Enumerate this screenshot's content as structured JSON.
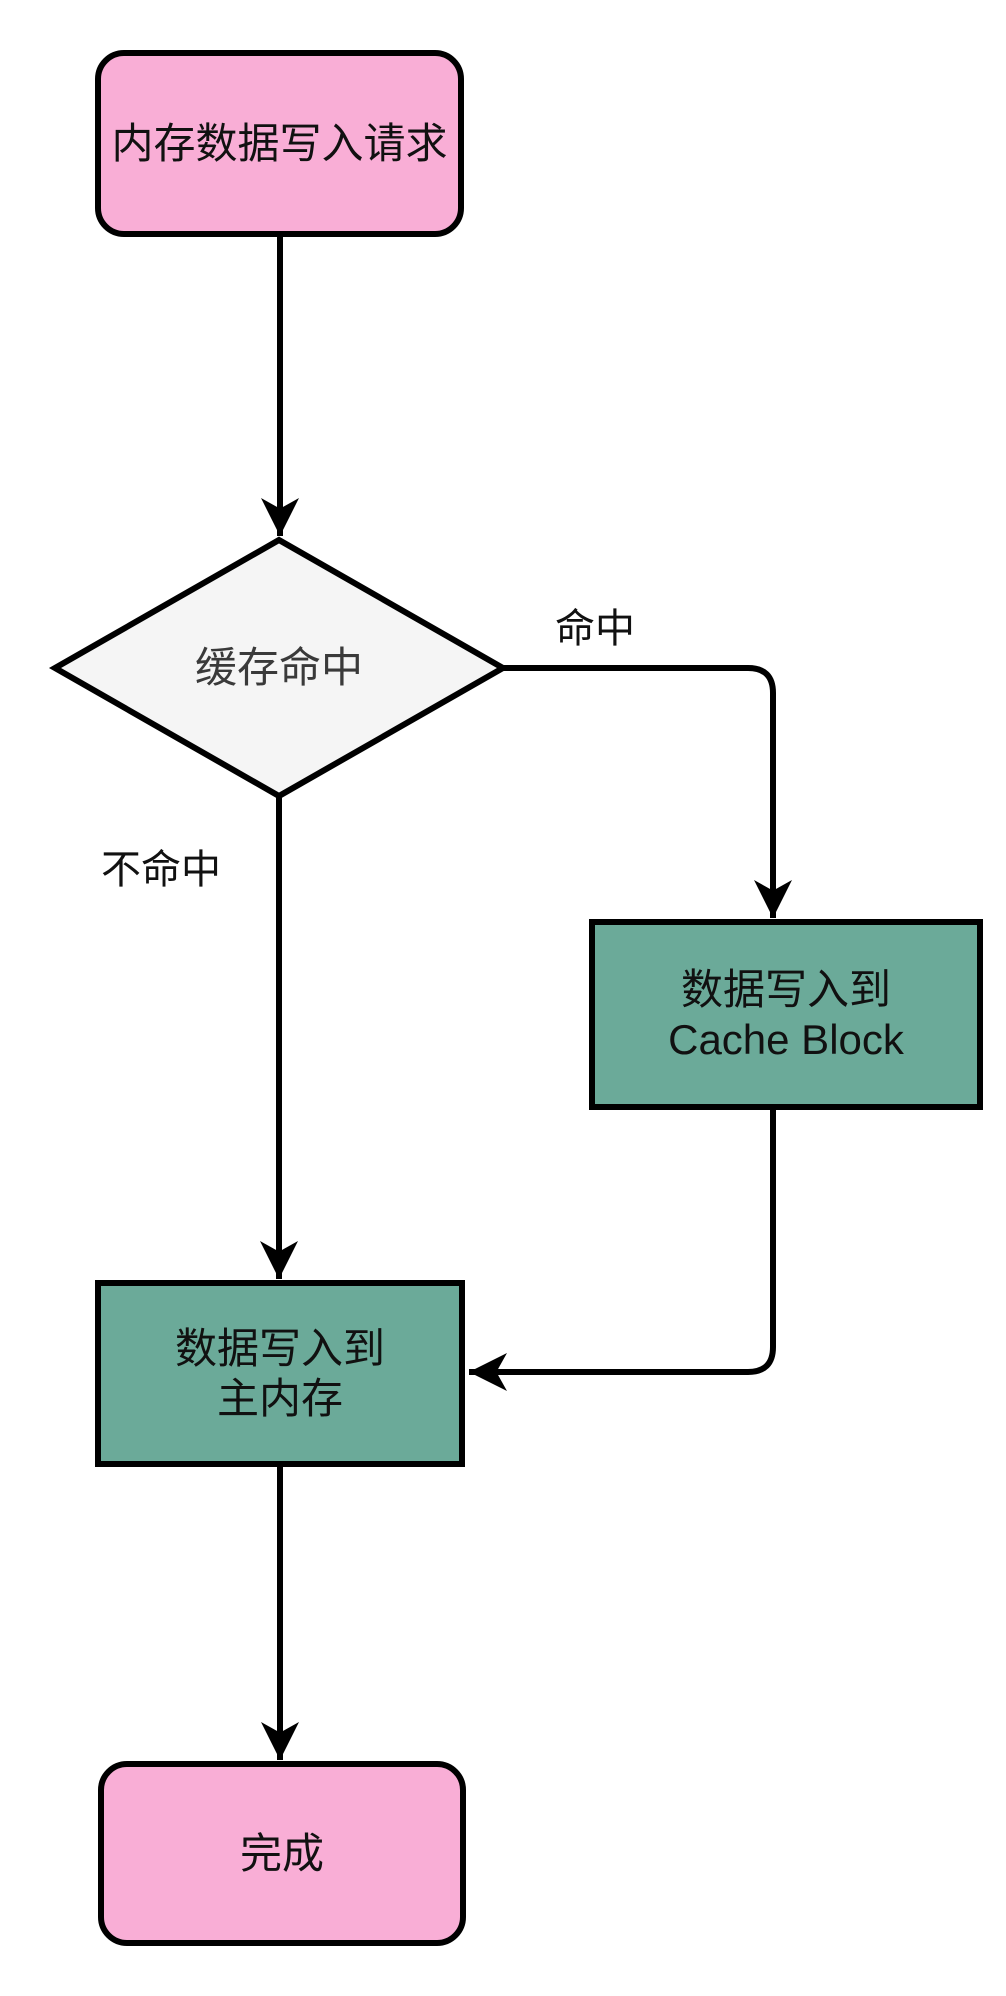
{
  "diagram": {
    "type": "flowchart",
    "direction": "top-down",
    "nodes": {
      "start": {
        "shape": "rounded-rectangle",
        "label": "内存数据写入请求"
      },
      "decision": {
        "shape": "diamond",
        "label": "缓存命中"
      },
      "cache_block": {
        "shape": "rectangle",
        "line1": "数据写入到",
        "line2": "Cache Block"
      },
      "main_memory": {
        "shape": "rectangle",
        "line1": "数据写入到",
        "line2": "主内存"
      },
      "done": {
        "shape": "rounded-rectangle",
        "label": "完成"
      }
    },
    "edges": [
      {
        "from": "start",
        "to": "decision",
        "label": ""
      },
      {
        "from": "decision",
        "to": "cache_block",
        "label": "命中"
      },
      {
        "from": "decision",
        "to": "main_memory",
        "label": "不命中"
      },
      {
        "from": "cache_block",
        "to": "main_memory",
        "label": ""
      },
      {
        "from": "main_memory",
        "to": "done",
        "label": ""
      }
    ],
    "colors": {
      "background": "#ffffff",
      "terminal_fill": "#f9aed6",
      "process_fill": "#6baa99",
      "decision_fill": "#f5f5f5",
      "stroke": "#000000",
      "node_text": "#111111",
      "decision_text": "#3a3a3a",
      "label_text": "#111111"
    }
  }
}
